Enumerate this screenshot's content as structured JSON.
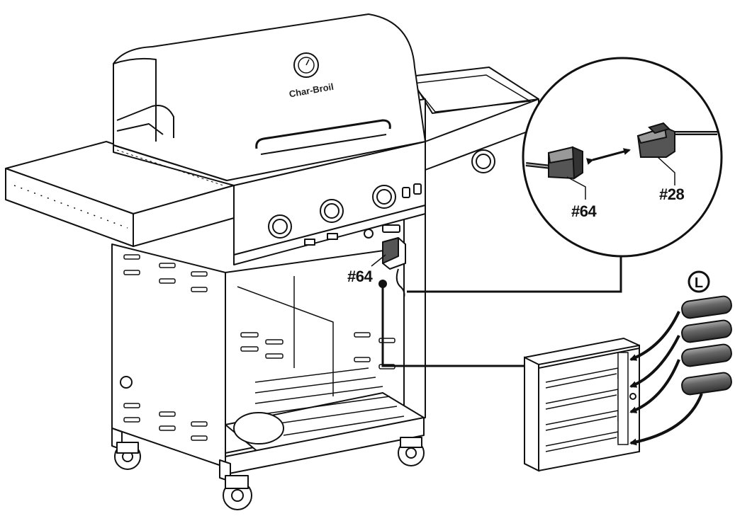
{
  "labels": {
    "part_64_main": "#64",
    "part_64_detail": "#64",
    "part_28_detail": "#28",
    "step_letter": "L"
  },
  "brand": {
    "logo_text": "Char-Broil"
  },
  "colors": {
    "line": "#111111",
    "fill": "#ffffff",
    "dark": "#333333",
    "battery": "#777777"
  }
}
